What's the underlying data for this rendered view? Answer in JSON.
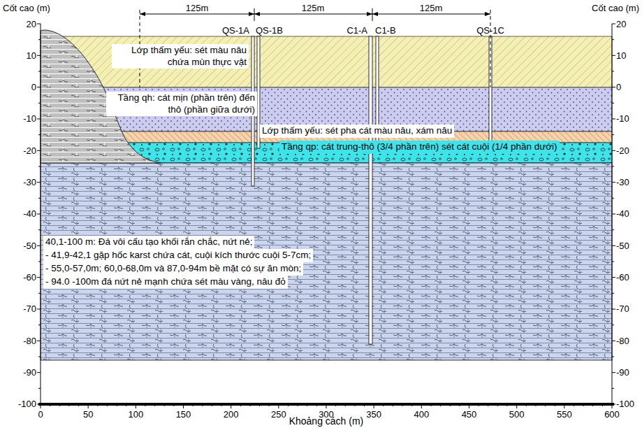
{
  "diagram": {
    "labels": [
      "Cốt cao (m)",
      "Cốt cao (m)",
      "20",
      "10",
      "0",
      "-10",
      "-20",
      "-30",
      "-40",
      "-50",
      "-60",
      "-70",
      "-80",
      "-90",
      "-100",
      "20",
      "10",
      "0",
      "-10",
      "-20",
      "-30",
      "-40",
      "-50",
      "-60",
      "-70",
      "-80",
      "-90",
      "-100",
      "0",
      "50",
      "100",
      "150",
      "200",
      "250",
      "300",
      "350",
      "400",
      "450",
      "500",
      "550",
      "600",
      "Khoảng cách (m)",
      "125m",
      "125m",
      "125m",
      "QS-1A",
      "QS-1B",
      "C1-A",
      "C1-B",
      "QS-1C",
      "Lớp thấm yếu: sét màu nâu chứa mùn thực vật",
      "Tầng qh: cát mịn (phần trên) đến thô (phần giữa dưới)",
      "Lớp thấm yếu: sét pha cát màu nâu, xám nâu",
      "Tầng qp: cát trung-thô (3/4 phần trên) sét cát cuội (1/4 phần dưới)",
      "40,1-100 m: Đá vôi cấu tạo khối rắn chắc, nứt nẻ;",
      "- 41,9-42,1 gặp hốc karst chứa cát, cuội kích thước cuội 5-7cm;",
      "- 55,0-57,0m; 60,0-68,0m và 87,0-94m bề mặt có sự ăn mòn;",
      "- 94.0 -100m đá nứt nẻ mạnh chứa sét màu vàng, nâu đỏ"
    ]
  }
}
